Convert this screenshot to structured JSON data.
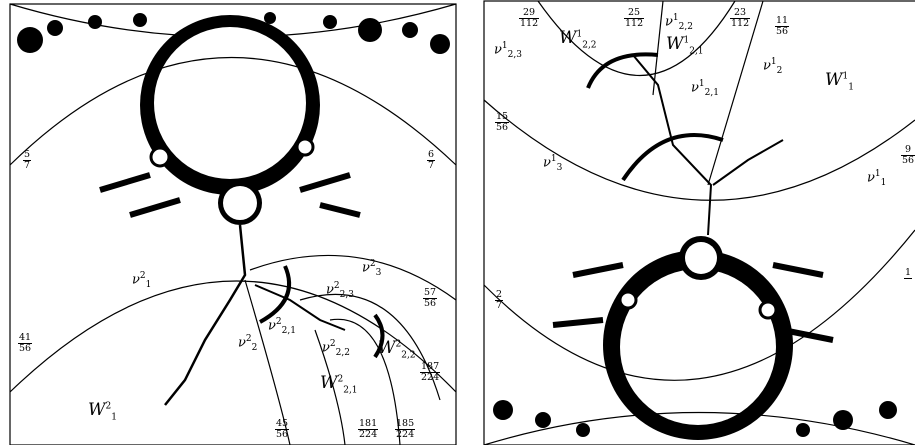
{
  "left": {
    "regions": {
      "w1_2": "W",
      "w1_2_sup": "2",
      "w1_2_sub": "1",
      "w21_2": "W",
      "w21_2_sup": "2",
      "w21_2_sub": "2,1",
      "w22_2": "W",
      "w22_2_sup": "2",
      "w22_2_sub": "2,2"
    },
    "nus": {
      "nu1": {
        "base": "ν",
        "sup": "2",
        "sub": "1"
      },
      "nu2": {
        "base": "ν",
        "sup": "2",
        "sub": "2"
      },
      "nu3": {
        "base": "ν",
        "sup": "2",
        "sub": "3"
      },
      "nu21": {
        "base": "ν",
        "sup": "2",
        "sub": "2,1"
      },
      "nu22": {
        "base": "ν",
        "sup": "2",
        "sub": "2,2"
      },
      "nu23": {
        "base": "ν",
        "sup": "2",
        "sub": "2,3"
      }
    },
    "fractions": {
      "f5_7": {
        "n": "5",
        "d": "7"
      },
      "f6_7": {
        "n": "6",
        "d": "7"
      },
      "f41_56": {
        "n": "41",
        "d": "56"
      },
      "f57_56": {
        "n": "57",
        "d": "56"
      },
      "f45_56": {
        "n": "45",
        "d": "56"
      },
      "f181_224": {
        "n": "181",
        "d": "224"
      },
      "f185_224": {
        "n": "185",
        "d": "224"
      },
      "f187_224": {
        "n": "187",
        "d": "224"
      }
    }
  },
  "right": {
    "regions": {
      "w1_1": "W",
      "w1_1_sup": "1",
      "w1_1_sub": "1",
      "w21_1": "W",
      "w21_1_sup": "1",
      "w21_1_sub": "2,1",
      "w22_1": "W",
      "w22_1_sup": "1",
      "w22_1_sub": "2,2"
    },
    "nus": {
      "nu1": {
        "base": "ν",
        "sup": "1",
        "sub": "1"
      },
      "nu2": {
        "base": "ν",
        "sup": "1",
        "sub": "2"
      },
      "nu3": {
        "base": "ν",
        "sup": "1",
        "sub": "3"
      },
      "nu21": {
        "base": "ν",
        "sup": "1",
        "sub": "2,1"
      },
      "nu22": {
        "base": "ν",
        "sup": "1",
        "sub": "2,2"
      },
      "nu23": {
        "base": "ν",
        "sup": "1",
        "sub": "2,3"
      }
    },
    "fractions": {
      "f29_112": {
        "n": "29",
        "d": "112"
      },
      "f25_112": {
        "n": "25",
        "d": "112"
      },
      "f23_112": {
        "n": "23",
        "d": "112"
      },
      "f11_56": {
        "n": "11",
        "d": "56"
      },
      "f15_56": {
        "n": "15",
        "d": "56"
      },
      "f2_7": {
        "n": "2",
        "d": "7"
      },
      "f9_56": {
        "n": "9",
        "d": "56"
      },
      "f1_cut": {
        "n": "1",
        "d": ""
      }
    }
  }
}
